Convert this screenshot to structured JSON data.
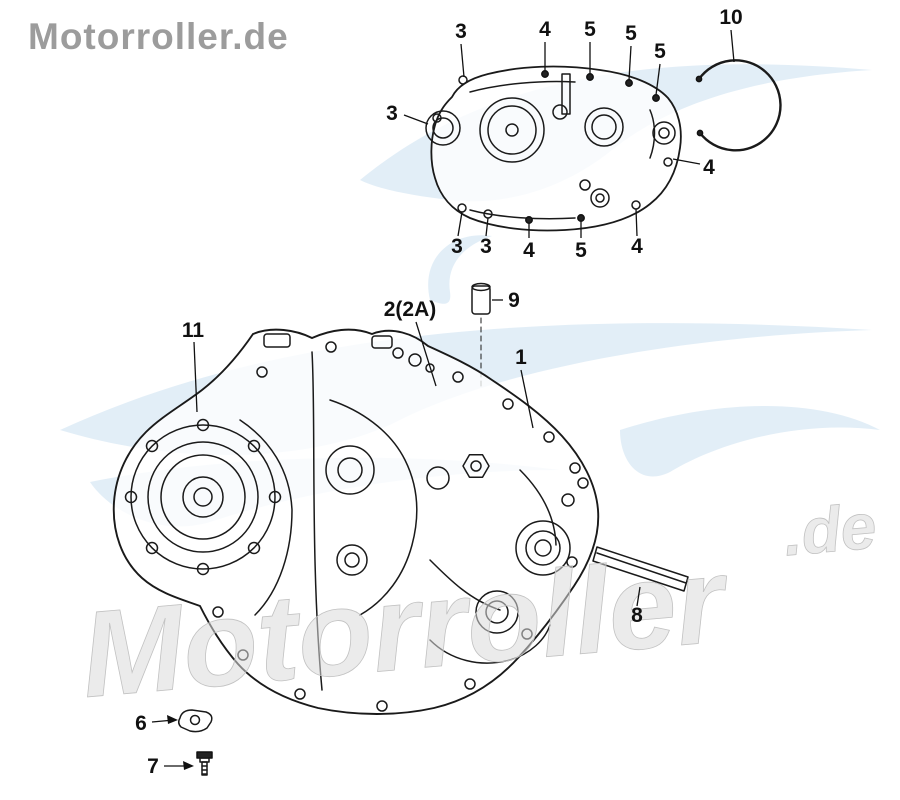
{
  "logo": {
    "text": "Motorroller.de",
    "color": "#9c9c9c"
  },
  "watermark": {
    "main": "Motorroller",
    "suffix": ".de",
    "swoosh_color": "#cfe3f2",
    "text_color": "#dadada"
  },
  "diagram": {
    "line_color": "#1a1a1a",
    "callouts": [
      {
        "label": "3"
      },
      {
        "label": "4"
      },
      {
        "label": "5"
      },
      {
        "label": "5"
      },
      {
        "label": "5"
      },
      {
        "label": "10"
      },
      {
        "label": "3"
      },
      {
        "label": "4"
      },
      {
        "label": "3"
      },
      {
        "label": "3"
      },
      {
        "label": "4"
      },
      {
        "label": "5"
      },
      {
        "label": "4"
      },
      {
        "label": "2(2A)"
      },
      {
        "label": "9"
      },
      {
        "label": "1"
      },
      {
        "label": "11"
      },
      {
        "label": "8"
      },
      {
        "label": "6"
      },
      {
        "label": "7"
      }
    ]
  }
}
